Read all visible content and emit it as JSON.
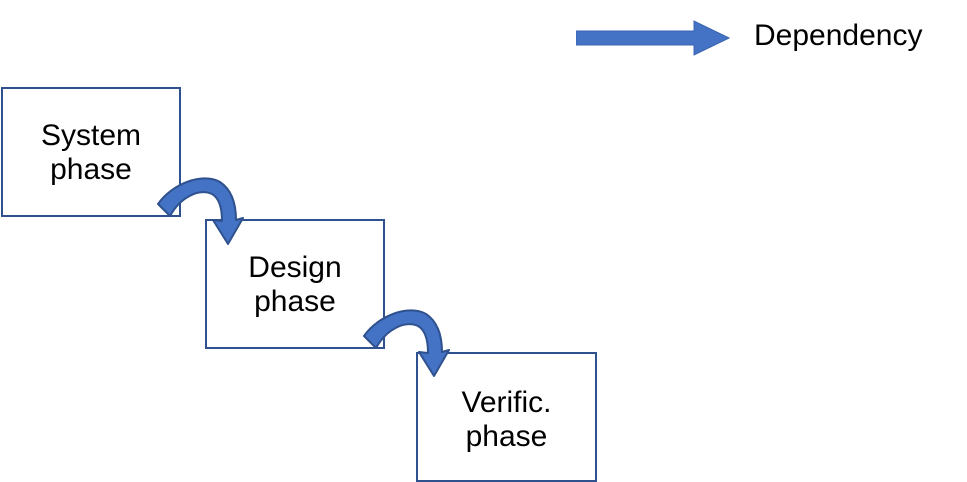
{
  "legend": {
    "label": "Dependency",
    "arrow_color": "#4472c4"
  },
  "phases": [
    {
      "label": "System\nphase"
    },
    {
      "label": "Design\nphase"
    },
    {
      "label": "Verific.\nphase"
    }
  ],
  "colors": {
    "box_border": "#2f528f",
    "arrow_fill": "#4472c4",
    "arrow_stroke": "#2f528f"
  }
}
